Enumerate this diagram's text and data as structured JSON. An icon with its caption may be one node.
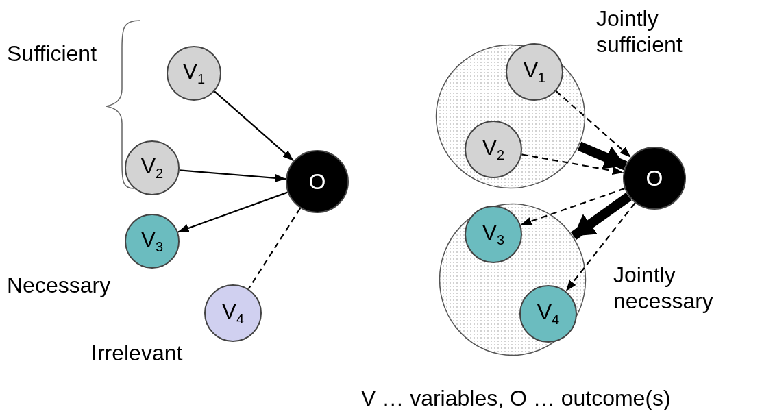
{
  "diagram": {
    "nodes": [
      {
        "text": [
          "V$_{1}$"
        ]
      },
      {
        "text": [
          "V$_{2}$"
        ]
      },
      {
        "text": [
          "O"
        ]
      },
      {
        "text": [
          "V$_{3}$"
        ]
      },
      {
        "text": [
          "V$_{4}$"
        ]
      },
      {
        "text": [
          "Jointly sufficient"
        ]
      },
      {
        "text": [
          "V$_{1}$"
        ],
        "in": 5
      },
      {
        "text": [
          "V$_{2}$"
        ],
        "in": 5
      },
      {
        "text": [
          "O"
        ]
      },
      {
        "text": [
          "Jointly necessary"
        ]
      },
      {
        "text": [
          "V$_{3}$"
        ],
        "in": 9
      },
      {
        "text": [
          "V$_{4}$"
        ],
        "in": 9
      }
    ],
    "edges": [
      {
        "from": 0,
        "to": 2,
        "arrow": "to"
      },
      {
        "from": 1,
        "to": 2,
        "arrow": "to"
      },
      {
        "from": 2,
        "to": 3,
        "arrow": "to"
      },
      {
        "from": 2,
        "to": 4,
        "arrow": "none",
        "style": "dashed"
      },
      {
        "from": 6,
        "to": 8,
        "arrow": "to",
        "style": "dashed"
      },
      {
        "from": 7,
        "to": 8,
        "arrow": "to",
        "style": "dashed"
      },
      {
        "from": 5,
        "to": 8,
        "arrow": "to",
        "style": "thick"
      },
      {
        "from": 8,
        "to": 10,
        "arrow": "to",
        "style": "dashed"
      },
      {
        "from": 8,
        "to": 11,
        "arrow": "to",
        "style": "dashed"
      },
      {
        "from": 8,
        "to": 9,
        "arrow": "to",
        "style": "thick"
      }
    ],
    "labels": [
      "Sufficient",
      "Necessary",
      "Irrelevant",
      "V … variables, O … outcome(s)"
    ]
  }
}
